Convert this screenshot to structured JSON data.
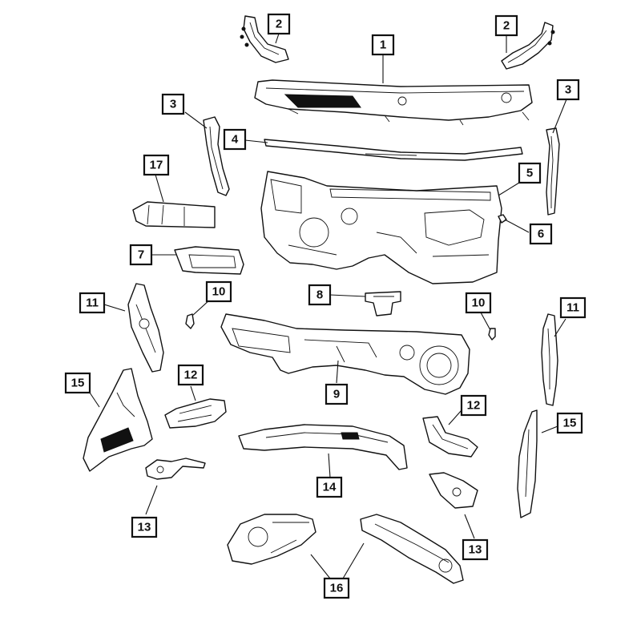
{
  "callouts": [
    {
      "id": "c1",
      "label": "1"
    },
    {
      "id": "c2l",
      "label": "2"
    },
    {
      "id": "c2r",
      "label": "2"
    },
    {
      "id": "c3l",
      "label": "3"
    },
    {
      "id": "c3r",
      "label": "3"
    },
    {
      "id": "c4",
      "label": "4"
    },
    {
      "id": "c5",
      "label": "5"
    },
    {
      "id": "c6",
      "label": "6"
    },
    {
      "id": "c7",
      "label": "7"
    },
    {
      "id": "c8",
      "label": "8"
    },
    {
      "id": "c9",
      "label": "9"
    },
    {
      "id": "c10l",
      "label": "10"
    },
    {
      "id": "c10r",
      "label": "10"
    },
    {
      "id": "c11l",
      "label": "11"
    },
    {
      "id": "c11r",
      "label": "11"
    },
    {
      "id": "c12l",
      "label": "12"
    },
    {
      "id": "c12r",
      "label": "12"
    },
    {
      "id": "c13l",
      "label": "13"
    },
    {
      "id": "c13r",
      "label": "13"
    },
    {
      "id": "c14",
      "label": "14"
    },
    {
      "id": "c15l",
      "label": "15"
    },
    {
      "id": "c15r",
      "label": "15"
    },
    {
      "id": "c16",
      "label": "16"
    },
    {
      "id": "c17",
      "label": "17"
    }
  ]
}
